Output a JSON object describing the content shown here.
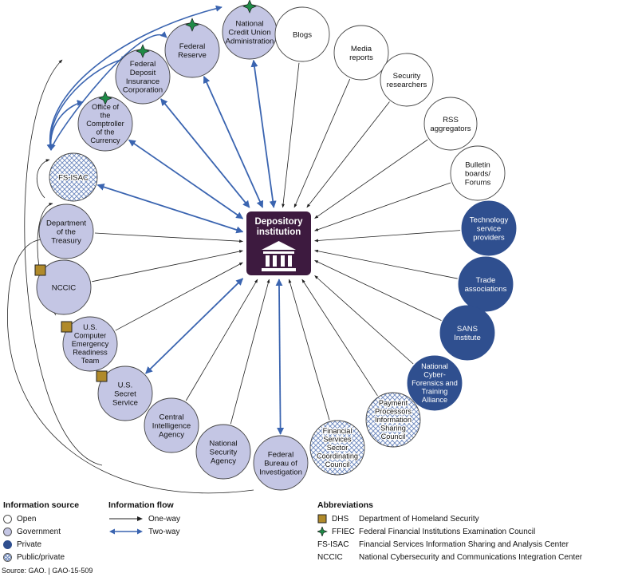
{
  "center": {
    "line1": "Depository",
    "line2": "institution"
  },
  "nodes": [
    {
      "id": "ncua",
      "label": [
        "National",
        "Credit Union",
        "Administration"
      ],
      "kind": "gov",
      "ffiec": true
    },
    {
      "id": "blogs",
      "label": [
        "Blogs"
      ],
      "kind": "open"
    },
    {
      "id": "media",
      "label": [
        "Media",
        "reports"
      ],
      "kind": "open"
    },
    {
      "id": "secres",
      "label": [
        "Security",
        "researchers"
      ],
      "kind": "open"
    },
    {
      "id": "rss",
      "label": [
        "RSS",
        "aggregators"
      ],
      "kind": "open"
    },
    {
      "id": "bulletin",
      "label": [
        "Bulletin",
        "boards/",
        "Forums"
      ],
      "kind": "open"
    },
    {
      "id": "tech",
      "label": [
        "Technology",
        "service",
        "providers"
      ],
      "kind": "private"
    },
    {
      "id": "trade",
      "label": [
        "Trade",
        "associations"
      ],
      "kind": "private"
    },
    {
      "id": "sans",
      "label": [
        "SANS",
        "Institute"
      ],
      "kind": "private"
    },
    {
      "id": "ncfta",
      "label": [
        "National",
        "Cyber-",
        "Forensics and",
        "Training",
        "Alliance"
      ],
      "kind": "private"
    },
    {
      "id": "ppisc",
      "label": [
        "Payment",
        "Processors",
        "Information",
        "Sharing",
        "Council"
      ],
      "kind": "pp"
    },
    {
      "id": "fsscc",
      "label": [
        "Financial",
        "Services",
        "Sector",
        "Coordinating",
        "Council"
      ],
      "kind": "pp"
    },
    {
      "id": "fbi",
      "label": [
        "Federal",
        "Bureau of",
        "Investigation"
      ],
      "kind": "gov"
    },
    {
      "id": "nsa",
      "label": [
        "National",
        "Security",
        "Agency"
      ],
      "kind": "gov"
    },
    {
      "id": "cia",
      "label": [
        "Central",
        "Intelligence",
        "Agency"
      ],
      "kind": "gov"
    },
    {
      "id": "usss",
      "label": [
        "U.S.",
        "Secret",
        "Service"
      ],
      "kind": "gov",
      "dhs": true
    },
    {
      "id": "uscert",
      "label": [
        "U.S.",
        "Computer",
        "Emergency",
        "Readiness",
        "Team"
      ],
      "kind": "gov",
      "dhs": true
    },
    {
      "id": "nccic",
      "label": [
        "NCCIC"
      ],
      "kind": "gov",
      "dhs": true
    },
    {
      "id": "treasury",
      "label": [
        "Department",
        "of the",
        "Treasury"
      ],
      "kind": "gov"
    },
    {
      "id": "fsisac",
      "label": [
        "FS-ISAC"
      ],
      "kind": "pp"
    },
    {
      "id": "occ",
      "label": [
        "Office of",
        "the",
        "Comptroller",
        "of the",
        "Currency"
      ],
      "kind": "gov",
      "ffiec": true
    },
    {
      "id": "fdic",
      "label": [
        "Federal",
        "Deposit",
        "Insurance",
        "Corporation"
      ],
      "kind": "gov",
      "ffiec": true
    },
    {
      "id": "frb",
      "label": [
        "Federal",
        "Reserve"
      ],
      "kind": "gov",
      "ffiec": true
    }
  ],
  "colors": {
    "open": "#ffffff",
    "gov": "#c4c6e4",
    "private": "#2f4f8f",
    "pp_hatch": "#6a86bd",
    "two_way": "#3a64b0",
    "one_way": "#222222",
    "center": "#3d1a3f",
    "dhs": "#b08a2a",
    "ffiec": "#1f8a47"
  },
  "legend": {
    "source": {
      "title": "Information source",
      "items": [
        {
          "kind": "open",
          "label": "Open"
        },
        {
          "kind": "gov",
          "label": "Government"
        },
        {
          "kind": "priv",
          "label": "Private"
        },
        {
          "kind": "pp",
          "label": "Public/private"
        }
      ]
    },
    "flow": {
      "title": "Information flow",
      "items": [
        {
          "kind": "one",
          "label": "One-way"
        },
        {
          "kind": "two",
          "label": "Two-way"
        }
      ]
    },
    "abbr": {
      "title": "Abbreviations",
      "items": [
        {
          "mark": "square",
          "key": "DHS",
          "desc": "Department of Homeland Security"
        },
        {
          "mark": "diamond",
          "key": "FFIEC",
          "desc": "Federal Financial Institutions Examination Council"
        },
        {
          "mark": "",
          "key": "FS-ISAC",
          "desc": "Financial Services Information Sharing and Analysis Center"
        },
        {
          "mark": "",
          "key": "NCCIC",
          "desc": "National Cybersecurity and Communications Integration Center"
        }
      ]
    }
  },
  "source_note": "Source: GAO.  |  GAO-15-509"
}
